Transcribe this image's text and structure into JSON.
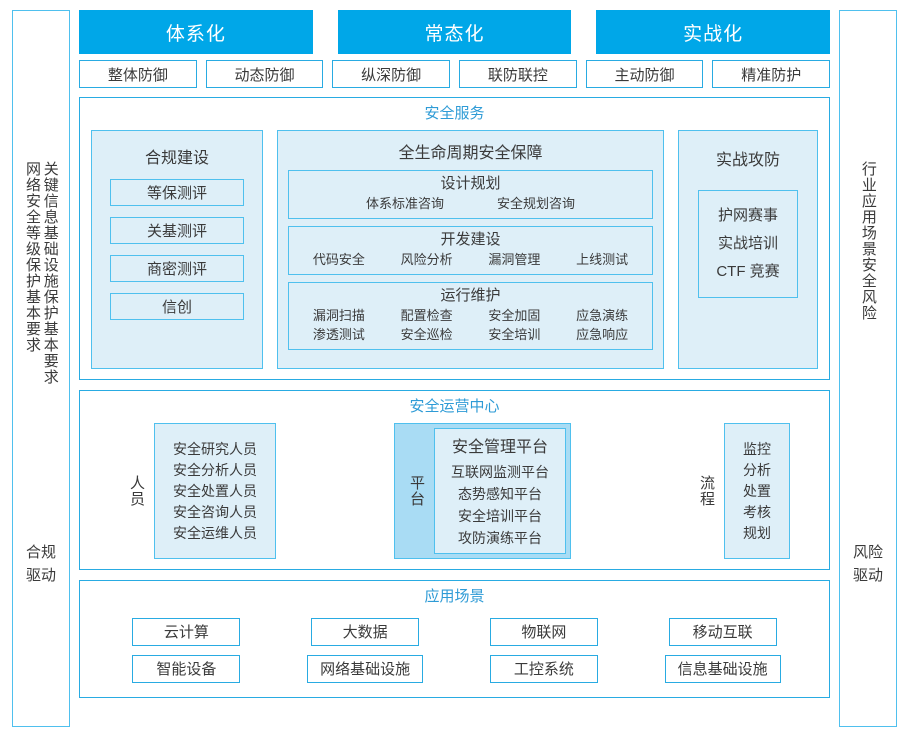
{
  "left_rail": {
    "vertical_texts": [
      "关键信息基础设施保护基本要求",
      "网络安全等级保护基本要求"
    ],
    "driver_line1": "合规",
    "driver_line2": "驱动"
  },
  "right_rail": {
    "vertical_texts": [
      "行业应用场景安全风险"
    ],
    "driver_line1": "风险",
    "driver_line2": "驱动"
  },
  "banners": [
    {
      "label": "体系化"
    },
    {
      "label": "常态化"
    },
    {
      "label": "实战化"
    }
  ],
  "chips": [
    {
      "label": "整体防御"
    },
    {
      "label": "动态防御"
    },
    {
      "label": "纵深防御"
    },
    {
      "label": "联防联控"
    },
    {
      "label": "主动防御"
    },
    {
      "label": "精准防护"
    }
  ],
  "security_service": {
    "title": "安全服务",
    "compliance": {
      "title": "合规建设",
      "items": [
        {
          "label": "等保测评"
        },
        {
          "label": "关基测评"
        },
        {
          "label": "商密测评"
        },
        {
          "label": "信创"
        }
      ]
    },
    "lifecycle": {
      "title": "全生命周期安全保障",
      "phases": [
        {
          "name": "设计规划",
          "rows": [
            [
              "体系标准咨询",
              "安全规划咨询"
            ]
          ]
        },
        {
          "name": "开发建设",
          "rows": [
            [
              "代码安全",
              "风险分析",
              "漏洞管理",
              "上线测试"
            ]
          ]
        },
        {
          "name": "运行维护",
          "rows": [
            [
              "漏洞扫描",
              "配置检查",
              "安全加固",
              "应急演练"
            ],
            [
              "渗透测试",
              "安全巡检",
              "安全培训",
              "应急响应"
            ]
          ]
        }
      ]
    },
    "offense": {
      "title": "实战攻防",
      "items": [
        "护网赛事",
        "实战培训",
        "CTF 竞赛"
      ]
    }
  },
  "soc": {
    "title": "安全运营中心",
    "people": {
      "label": "人员",
      "items": [
        "安全研究人员",
        "安全分析人员",
        "安全处置人员",
        "安全咨询人员",
        "安全运维人员"
      ]
    },
    "platform": {
      "label": "平台",
      "title": "安全管理平台",
      "items": [
        "互联网监测平台",
        "态势感知平台",
        "安全培训平台",
        "攻防演练平台"
      ]
    },
    "process": {
      "label": "流程",
      "items": [
        "监控",
        "分析",
        "处置",
        "考核",
        "规划"
      ]
    }
  },
  "scenarios": {
    "title": "应用场景",
    "row1": [
      {
        "label": "云计算"
      },
      {
        "label": "大数据"
      },
      {
        "label": "物联网"
      },
      {
        "label": "移动互联"
      }
    ],
    "row2": [
      {
        "label": "智能设备"
      },
      {
        "label": "网络基础设施"
      },
      {
        "label": "工控系统"
      },
      {
        "label": "信息基础设施"
      }
    ]
  },
  "colors": {
    "banner_blue": "#00A7E8",
    "border_blue": "#29ABE2",
    "panel_fill": "#DEEFF8",
    "platform_fill": "#A9DCF4",
    "title_blue": "#2E9BD6"
  }
}
